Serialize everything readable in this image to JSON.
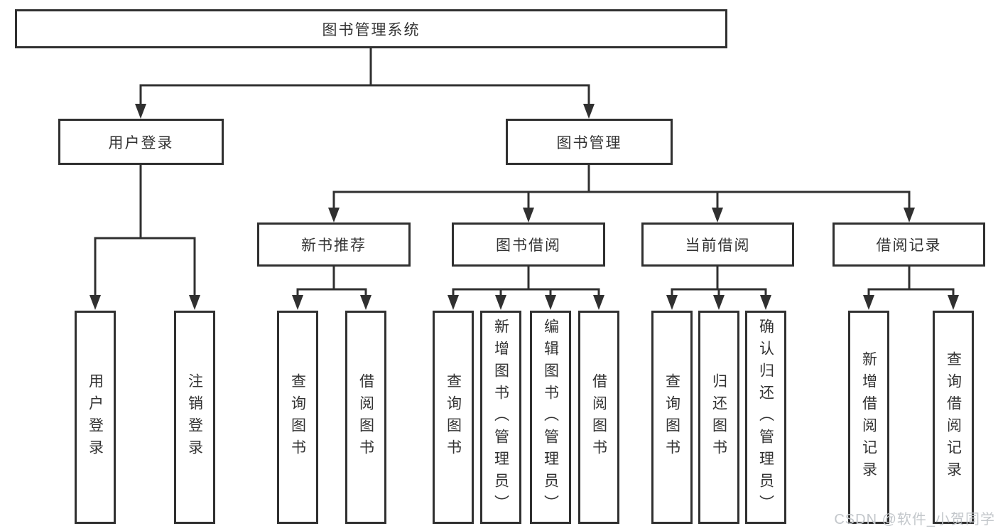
{
  "colors": {
    "line": "#303030",
    "box_border": "#303030",
    "text": "#333333",
    "watermark": "#c3c7cb",
    "background": "#ffffff"
  },
  "watermark": {
    "text": "CSDN @软件_小贺同学"
  },
  "tree": {
    "label": "图书管理系统",
    "children": [
      {
        "label": "用户登录",
        "children": [
          {
            "label": "用户登录"
          },
          {
            "label": "注销登录"
          }
        ]
      },
      {
        "label": "图书管理",
        "children": [
          {
            "label": "新书推荐",
            "children": [
              {
                "label": "查询图书"
              },
              {
                "label": "借阅图书"
              }
            ]
          },
          {
            "label": "图书借阅",
            "children": [
              {
                "label": "查询图书"
              },
              {
                "label": "新增图书（管理员）"
              },
              {
                "label": "编辑图书（管理员）"
              },
              {
                "label": "借阅图书"
              }
            ]
          },
          {
            "label": "当前借阅",
            "children": [
              {
                "label": "查询图书"
              },
              {
                "label": "归还图书"
              },
              {
                "label": "确认归还（管理员）"
              }
            ]
          },
          {
            "label": "借阅记录",
            "children": [
              {
                "label": "新增借阅记录"
              },
              {
                "label": "查询借阅记录"
              }
            ]
          }
        ]
      }
    ]
  }
}
